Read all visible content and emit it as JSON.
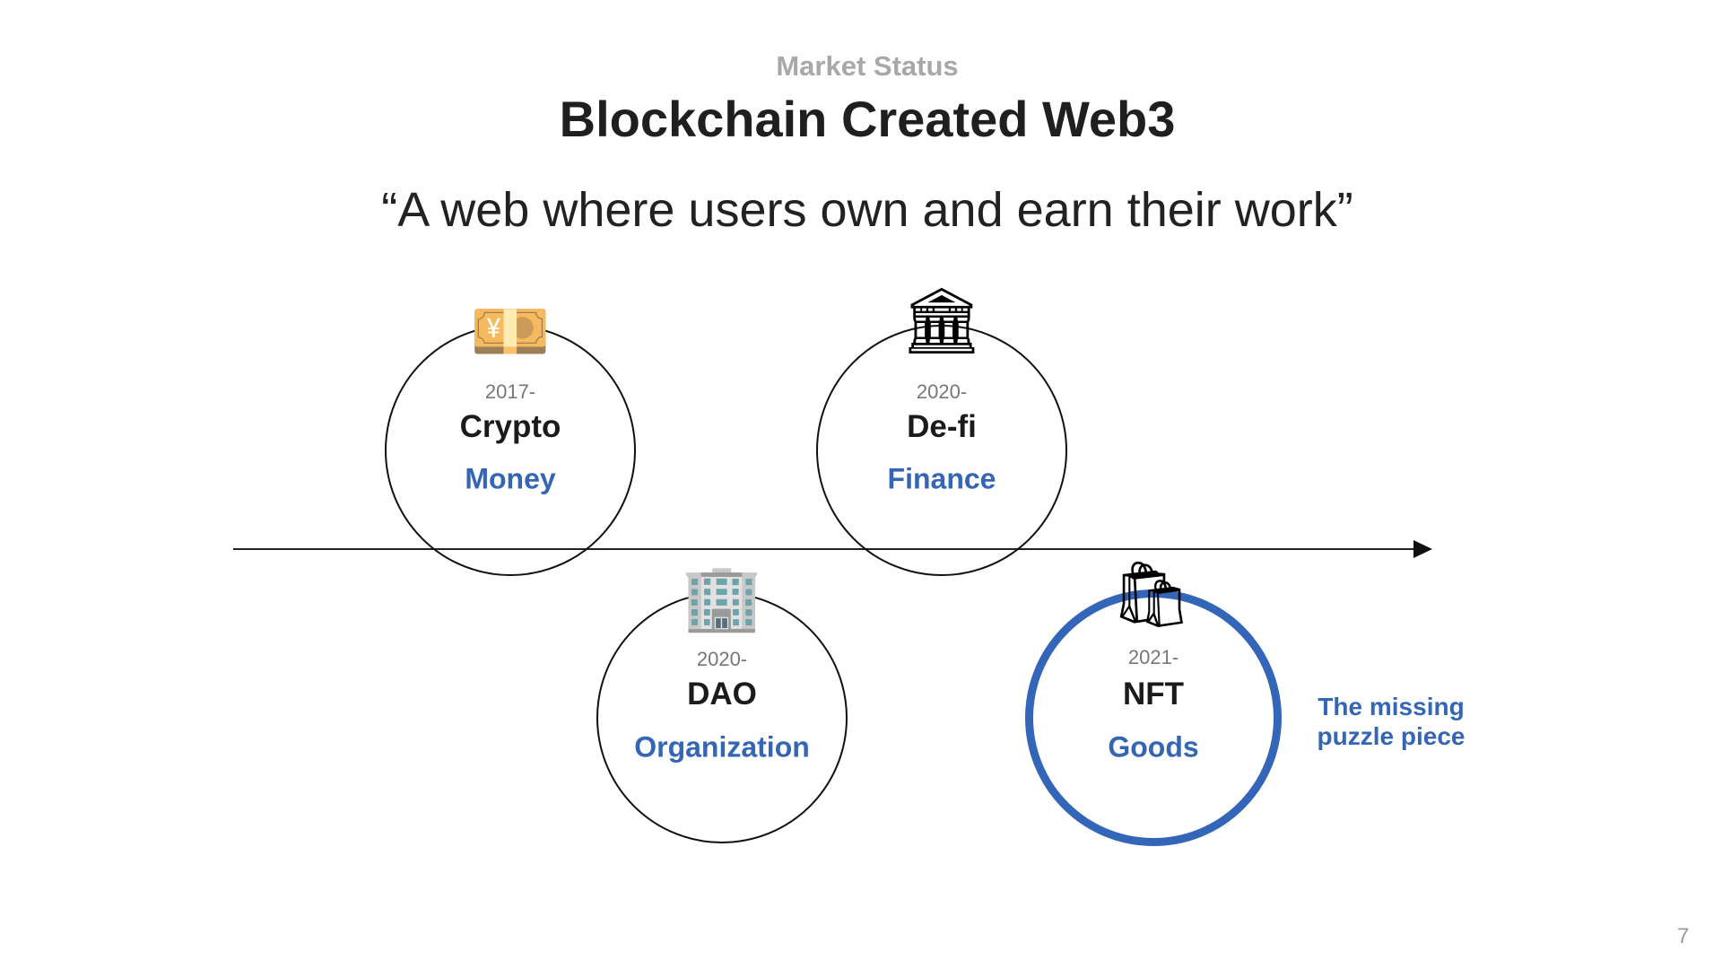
{
  "header": {
    "eyebrow": "Market Status",
    "title": "Blockchain Created Web3",
    "quote": "“A web where users own and earn their work”"
  },
  "colors": {
    "accent": "#3565b5",
    "text": "#1b1b1b",
    "muted": "#777777"
  },
  "milestones": [
    {
      "year": "2017-",
      "name": "Crypto",
      "category": "Money",
      "icon": "yen-banknote-icon",
      "glyph": "💴"
    },
    {
      "year": "2020-",
      "name": "De-fi",
      "category": "Finance",
      "icon": "bank-building-icon",
      "glyph": "🏛"
    },
    {
      "year": "2020-",
      "name": "DAO",
      "category": "Organization",
      "icon": "office-building-icon",
      "glyph": "🏢"
    },
    {
      "year": "2021-",
      "name": "NFT",
      "category": "Goods",
      "icon": "shopping-bags-icon",
      "glyph": "🛍"
    }
  ],
  "note": {
    "line1": "The missing",
    "line2": "puzzle piece"
  },
  "page_number": "7"
}
